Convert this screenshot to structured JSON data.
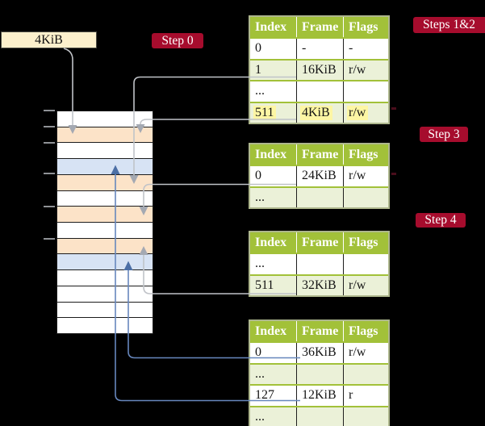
{
  "colors": {
    "background": "#000000",
    "badge_crimson": "#a60c2d",
    "table_header_green": "#a2c139",
    "table_row_shade_green": "#ebf1d8",
    "table_border": "#aeb78d",
    "highlight_yellow": "#fdf6a4",
    "page_label_cream": "#fcf0cc",
    "memory_frame_orange": "#fce3c8",
    "memory_frame_blue": "#d7e3f4",
    "gray_connector": "#c0c3c8",
    "gray_arrowhead": "#a4a9b2",
    "blue_connector": "#6787bd",
    "blue_arrowhead": "#4c6fa5"
  },
  "page_label": {
    "text": "4KiB"
  },
  "badges": {
    "step0": "Step 0",
    "steps12": "Steps 1&2",
    "step3": "Step 3",
    "step4": "Step 4"
  },
  "memory_stack": {
    "cells": [
      "white",
      "orange",
      "white",
      "blue",
      "orange",
      "white",
      "orange",
      "white",
      "orange",
      "blue",
      "white",
      "white",
      "white",
      "white"
    ],
    "tick_y": [
      136,
      156,
      175.5,
      214,
      255,
      294.5
    ]
  },
  "tables": [
    {
      "name": "page-table-steps-1-2",
      "headers": [
        "Index",
        "Frame",
        "Flags"
      ],
      "rows": [
        {
          "cells": [
            "0",
            "-",
            "-"
          ],
          "shaded": false,
          "highlight": false
        },
        {
          "cells": [
            "1",
            "16KiB",
            "r/w"
          ],
          "shaded": true,
          "highlight": false
        },
        {
          "cells": [
            "...",
            "",
            ""
          ],
          "shaded": false,
          "highlight": false
        },
        {
          "cells": [
            "511",
            "4KiB",
            "r/w"
          ],
          "shaded": true,
          "highlight": true
        }
      ]
    },
    {
      "name": "page-table-step-3",
      "headers": [
        "Index",
        "Frame",
        "Flags"
      ],
      "rows": [
        {
          "cells": [
            "0",
            "24KiB",
            "r/w"
          ],
          "shaded": false,
          "highlight": false
        },
        {
          "cells": [
            "...",
            "",
            ""
          ],
          "shaded": true,
          "highlight": false
        }
      ]
    },
    {
      "name": "page-table-step-4a",
      "headers": [
        "Index",
        "Frame",
        "Flags"
      ],
      "rows": [
        {
          "cells": [
            "...",
            "",
            ""
          ],
          "shaded": false,
          "highlight": false
        },
        {
          "cells": [
            "511",
            "32KiB",
            "r/w"
          ],
          "shaded": true,
          "highlight": false
        }
      ]
    },
    {
      "name": "page-table-step-4b",
      "headers": [
        "Index",
        "Frame",
        "Flags"
      ],
      "rows": [
        {
          "cells": [
            "0",
            "36KiB",
            "r/w"
          ],
          "shaded": false,
          "highlight": false
        },
        {
          "cells": [
            "...",
            "",
            ""
          ],
          "shaded": true,
          "highlight": false
        },
        {
          "cells": [
            "127",
            "12KiB",
            "r"
          ],
          "shaded": false,
          "highlight": false
        },
        {
          "cells": [
            "...",
            "",
            ""
          ],
          "shaded": true,
          "highlight": false
        }
      ]
    }
  ]
}
